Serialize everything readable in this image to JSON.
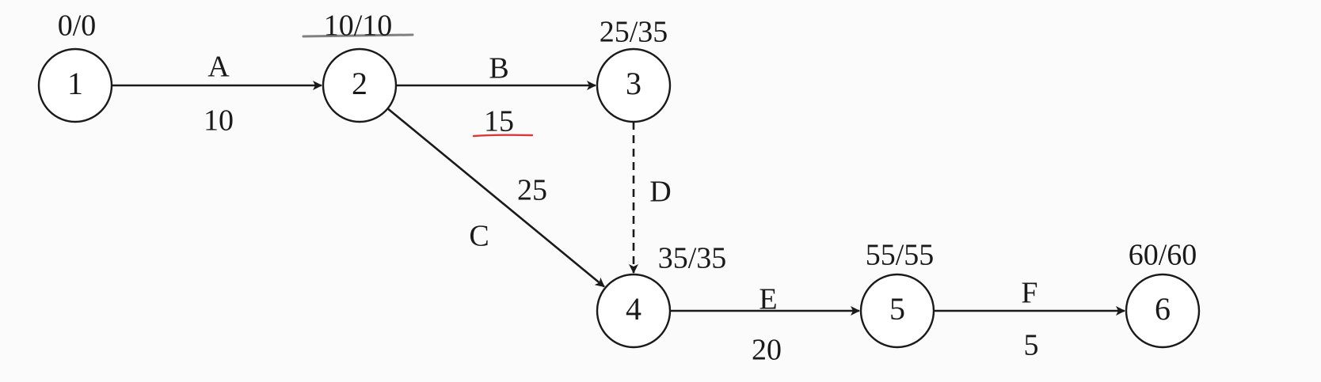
{
  "colors": {
    "ink": "#1a1a1a",
    "background": "#fbfbfb",
    "gray_underline": "#808080",
    "red_underline": "#d63a3a"
  },
  "nodes": [
    {
      "id": "1",
      "label": "1",
      "time": "0/0"
    },
    {
      "id": "2",
      "label": "2",
      "time": "10/10"
    },
    {
      "id": "3",
      "label": "3",
      "time": "25/35"
    },
    {
      "id": "4",
      "label": "4",
      "time": "35/35"
    },
    {
      "id": "5",
      "label": "5",
      "time": "55/55"
    },
    {
      "id": "6",
      "label": "6",
      "time": "60/60"
    }
  ],
  "activities": [
    {
      "name": "A",
      "from": "1",
      "to": "2",
      "duration": "10",
      "dashed": false
    },
    {
      "name": "B",
      "from": "2",
      "to": "3",
      "duration": "15",
      "dashed": false
    },
    {
      "name": "C",
      "from": "2",
      "to": "4",
      "duration": "25",
      "dashed": false
    },
    {
      "name": "D",
      "from": "3",
      "to": "4",
      "duration": "",
      "dashed": true
    },
    {
      "name": "E",
      "from": "4",
      "to": "5",
      "duration": "20",
      "dashed": false
    },
    {
      "name": "F",
      "from": "5",
      "to": "6",
      "duration": "5",
      "dashed": false
    }
  ]
}
